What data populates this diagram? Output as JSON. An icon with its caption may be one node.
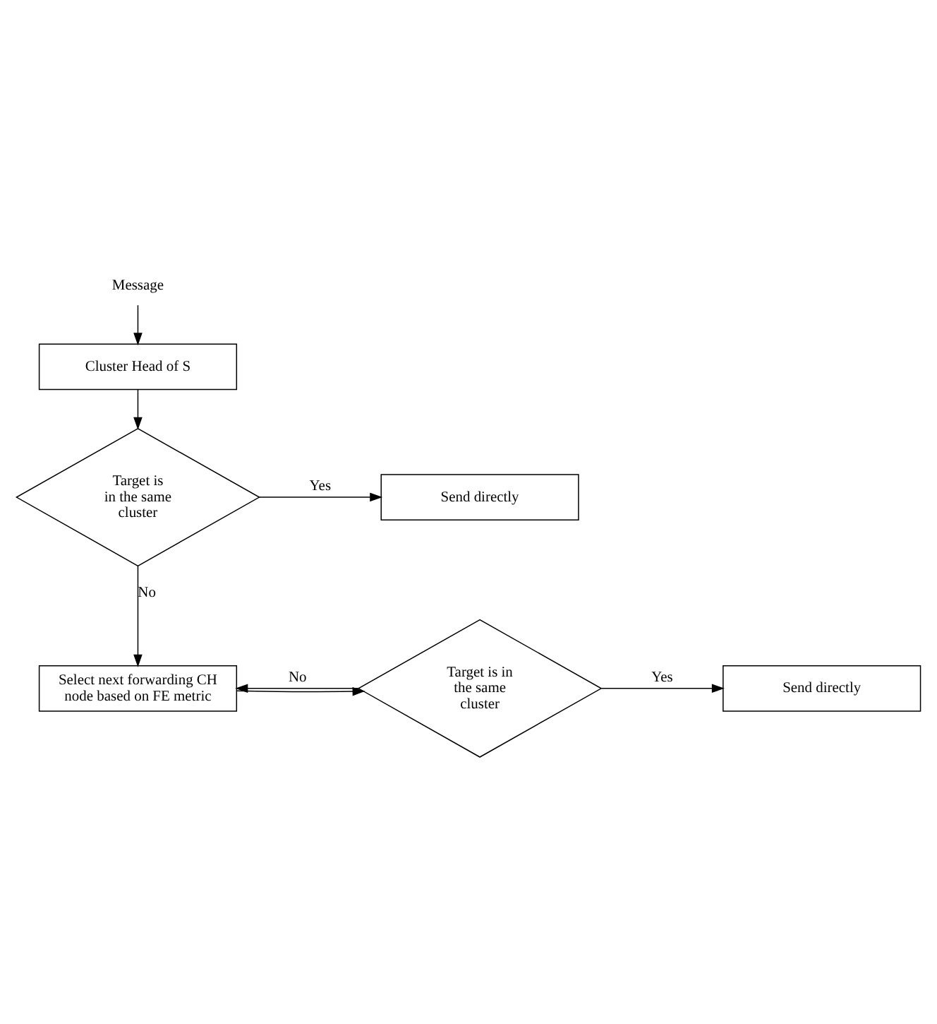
{
  "diagram": {
    "nodes": [
      {
        "text": [
          "Message"
        ]
      },
      {
        "text": [
          "Cluster Head of S"
        ]
      },
      {
        "text": [
          "Target is in the same cluster"
        ]
      },
      {
        "text": [
          "Send directly"
        ]
      },
      {
        "text": [
          "Select next forwarding CH node based on FE metric"
        ]
      },
      {
        "text": [
          "Target is in the same cluster"
        ]
      },
      {
        "text": [
          "Send directly"
        ]
      }
    ],
    "edges": [
      {
        "from": 0,
        "to": 1,
        "arrow": "to"
      },
      {
        "from": 1,
        "to": 2,
        "arrow": "to"
      },
      {
        "from": 2,
        "to": 3,
        "arrow": "to",
        "label": "Yes"
      },
      {
        "from": 2,
        "to": 4,
        "arrow": "to",
        "label": "No"
      },
      {
        "from": 4,
        "to": 5,
        "arrow": "to"
      },
      {
        "from": 5,
        "to": 6,
        "arrow": "to",
        "label": "Yes"
      },
      {
        "from": 5,
        "to": 4,
        "arrow": "to",
        "label": "No"
      }
    ]
  }
}
